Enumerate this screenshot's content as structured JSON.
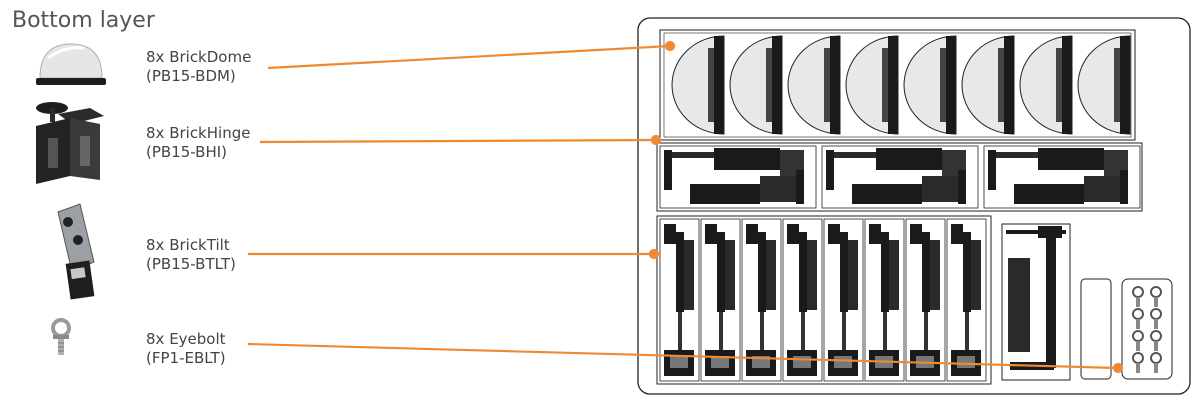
{
  "title": "Bottom layer",
  "items": [
    {
      "name": "8x BrickDome",
      "code": "(PB15-BDM)",
      "icon": "brickdome-icon"
    },
    {
      "name": "8x BrickHinge",
      "code": "(PB15-BHI)",
      "icon": "brickhinge-icon"
    },
    {
      "name": "8x BrickTilt",
      "code": "(PB15-BTLT)",
      "icon": "bricktilt-icon"
    },
    {
      "name": "8x Eyebolt",
      "code": "(FP1-EBLT)",
      "icon": "eyebolt-icon"
    }
  ],
  "colors": {
    "leader": "#ef8a32",
    "outline": "#222222",
    "part": "#1a1a1a"
  }
}
